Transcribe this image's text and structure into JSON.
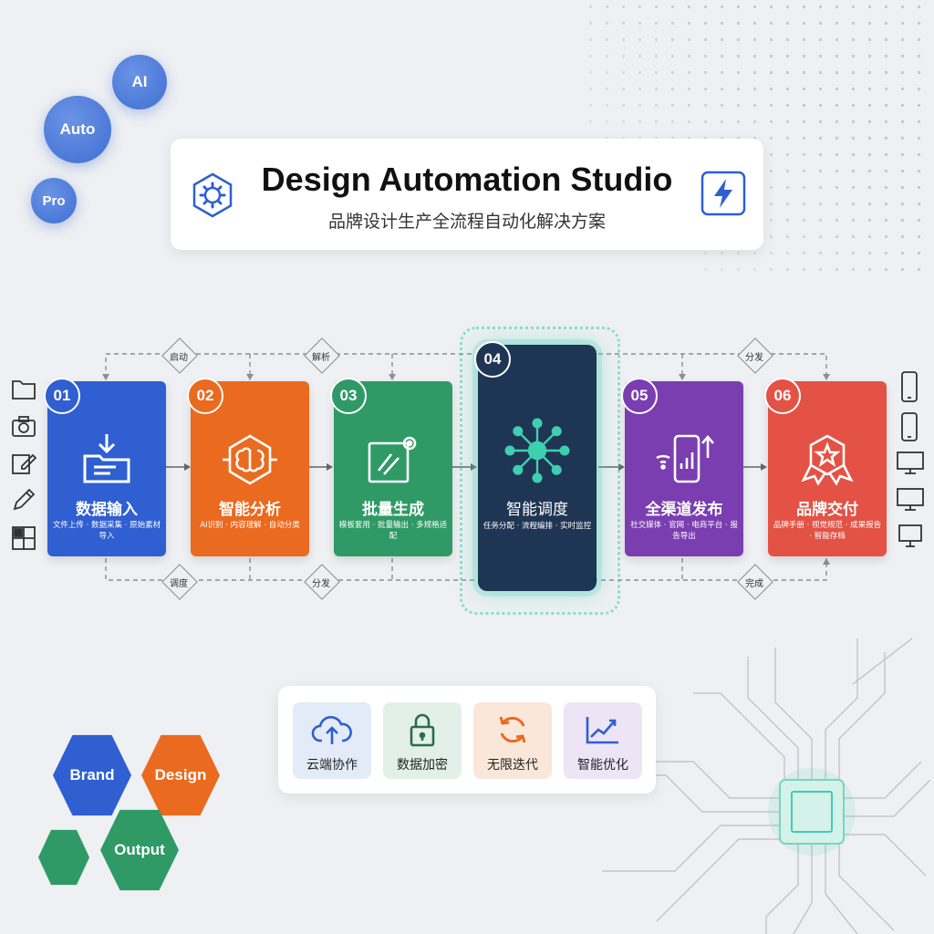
{
  "header": {
    "title": "Design Automation Studio",
    "subtitle": "品牌设计生产全流程自动化解决方案",
    "left_icon": "gear-icon",
    "right_icon": "lightning-icon"
  },
  "bubbles": [
    "AI",
    "Auto",
    "Pro"
  ],
  "flow_tags_top": [
    "启动",
    "解析",
    "分发"
  ],
  "flow_tags_bottom": [
    "调度",
    "分发",
    "完成"
  ],
  "steps": [
    {
      "num": "01",
      "label": "数据输入",
      "sub": "文件上传 · 数据采集 · 原始素材导入",
      "color": "#2f5fd0",
      "icon": "folder-download-icon"
    },
    {
      "num": "02",
      "label": "智能分析",
      "sub": "AI识别 · 内容理解 · 自动分类",
      "color": "#ea6a1f",
      "icon": "brain-chip-icon"
    },
    {
      "num": "03",
      "label": "批量生成",
      "sub": "模板套用 · 批量输出 · 多规格适配",
      "color": "#2f9a66",
      "icon": "edit-gear-icon"
    },
    {
      "num": "04",
      "label": "智能调度",
      "sub": "任务分配 · 流程编排 · 实时监控",
      "color": "#1f3554",
      "icon": "network-hub-icon"
    },
    {
      "num": "05",
      "label": "全渠道发布",
      "sub": "社交媒体 · 官网 · 电商平台 · 报告导出",
      "color": "#7a3eb0",
      "icon": "phone-chart-icon"
    },
    {
      "num": "06",
      "label": "品牌交付",
      "sub": "品牌手册 · 视觉规范 · 成果报告 · 智能存档",
      "color": "#e35245",
      "icon": "star-badge-icon"
    }
  ],
  "left_icons": [
    "folder-icon",
    "camera-icon",
    "edit-icon",
    "pen-icon",
    "layout-icon"
  ],
  "right_icons": [
    "phone-icon",
    "phone-icon",
    "monitor-icon",
    "monitor-icon",
    "monitor-icon"
  ],
  "features": [
    {
      "label": "云端协作",
      "icon": "cloud-upload-icon",
      "bg": "#e3ebf8",
      "color": "#2f5fd0"
    },
    {
      "label": "数据加密",
      "icon": "lock-icon",
      "bg": "#e2f0e7",
      "color": "#2e6b4a"
    },
    {
      "label": "无限迭代",
      "icon": "refresh-icon",
      "bg": "#fbe7da",
      "color": "#ea6a1f"
    },
    {
      "label": "智能优化",
      "icon": "trend-icon",
      "bg": "#ede4f6",
      "color": "#2f5fd0"
    }
  ],
  "hexes": [
    {
      "label": "Brand",
      "color": "#2f5fd0"
    },
    {
      "label": "Design",
      "color": "#ea6a1f"
    },
    {
      "label": "",
      "color": "#2f9a66"
    },
    {
      "label": "Output",
      "color": "#2f9a66"
    }
  ]
}
